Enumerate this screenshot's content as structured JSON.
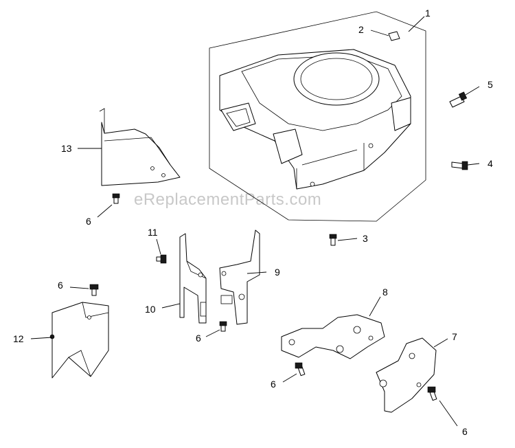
{
  "watermark": "eReplacementParts.com",
  "callouts": {
    "c1": "1",
    "c2": "2",
    "c3": "3",
    "c4": "4",
    "c5": "5",
    "c6a": "6",
    "c6b": "6",
    "c6c": "6",
    "c6d": "6",
    "c6e": "6",
    "c7": "7",
    "c8": "8",
    "c9": "9",
    "c10": "10",
    "c11": "11",
    "c12": "12",
    "c13": "13"
  }
}
